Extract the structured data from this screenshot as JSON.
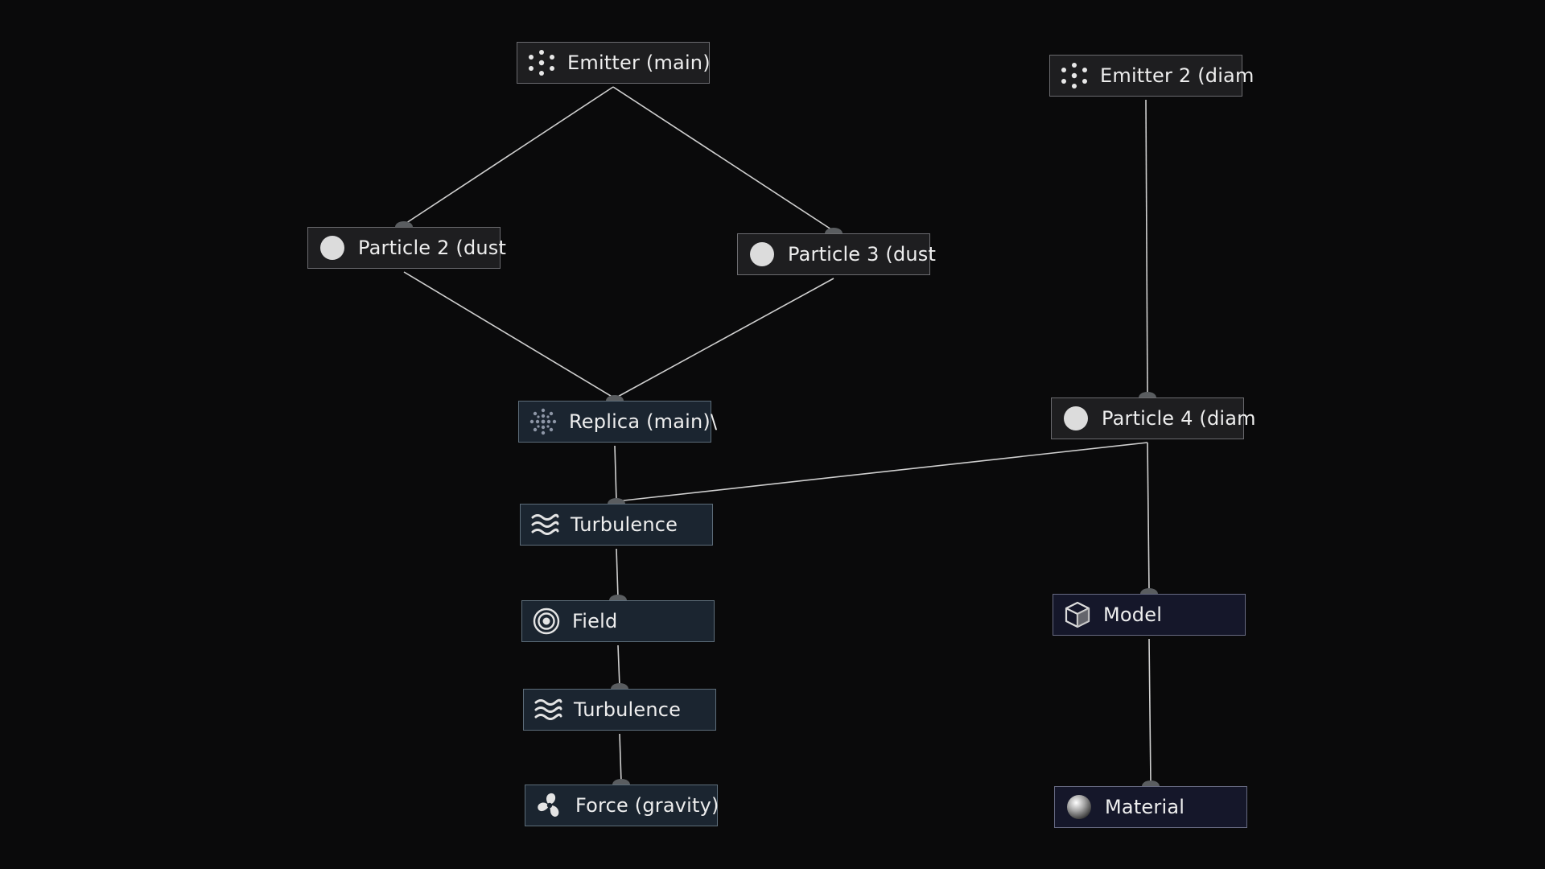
{
  "nodes": [
    {
      "id": "emitter-main",
      "label": "Emitter (main)",
      "icon": "emitter-icon",
      "tone": "dark"
    },
    {
      "id": "emitter-2",
      "label": "Emitter 2 (diam",
      "icon": "emitter-icon",
      "tone": "dark"
    },
    {
      "id": "particle-2",
      "label": "Particle 2 (dust",
      "icon": "particle-icon",
      "tone": "dark"
    },
    {
      "id": "particle-3",
      "label": "Particle 3 (dust",
      "icon": "particle-icon",
      "tone": "dark"
    },
    {
      "id": "replica-main",
      "label": "Replica (main)\\",
      "icon": "replica-icon",
      "tone": "teal"
    },
    {
      "id": "particle-4",
      "label": "Particle 4 (diam",
      "icon": "particle-icon",
      "tone": "dark"
    },
    {
      "id": "turbulence-1",
      "label": "Turbulence",
      "icon": "turbulence-icon",
      "tone": "teal"
    },
    {
      "id": "field",
      "label": "Field",
      "icon": "field-icon",
      "tone": "teal"
    },
    {
      "id": "turbulence-2",
      "label": "Turbulence",
      "icon": "turbulence-icon",
      "tone": "teal"
    },
    {
      "id": "force-gravity",
      "label": "Force (gravity)",
      "icon": "force-icon",
      "tone": "teal"
    },
    {
      "id": "model",
      "label": "Model",
      "icon": "model-icon",
      "tone": "navy"
    },
    {
      "id": "material",
      "label": "Material",
      "icon": "material-icon",
      "tone": "navy"
    }
  ],
  "links": [
    [
      "emitter-main",
      "particle-2"
    ],
    [
      "emitter-main",
      "particle-3"
    ],
    [
      "particle-2",
      "replica-main"
    ],
    [
      "particle-3",
      "replica-main"
    ],
    [
      "replica-main",
      "turbulence-1"
    ],
    [
      "particle-4",
      "turbulence-1"
    ],
    [
      "turbulence-1",
      "field"
    ],
    [
      "field",
      "turbulence-2"
    ],
    [
      "turbulence-2",
      "force-gravity"
    ],
    [
      "emitter-2",
      "particle-4"
    ],
    [
      "particle-4",
      "model"
    ],
    [
      "model",
      "material"
    ]
  ],
  "colors": {
    "background": "#0a0a0b",
    "link": "#cfcfcf",
    "port": "#5a5d60",
    "node_dark": "#1e1e20",
    "node_teal": "#1b2530",
    "node_navy": "#15172a",
    "label": "#eeeeee"
  }
}
